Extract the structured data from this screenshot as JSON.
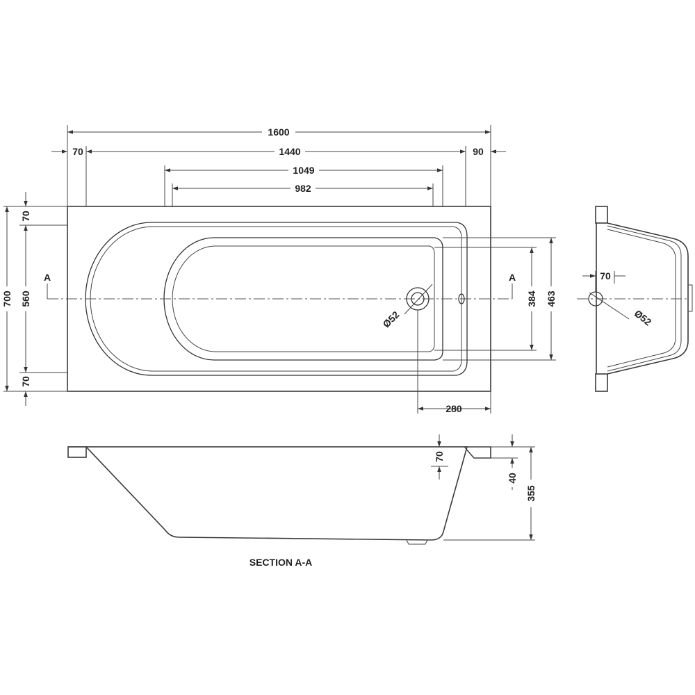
{
  "plan": {
    "overall_length": "1600",
    "left_rim": "70",
    "inner_length": "1440",
    "right_rim": "90",
    "bath_top_length": "1049",
    "bath_floor_length": "982",
    "overall_width": "700",
    "top_rim": "70",
    "inner_width": "560",
    "bottom_rim": "70",
    "bath_top_width": "463",
    "bath_floor_width": "384",
    "waste_diameter": "Ø52",
    "waste_offset": "280",
    "section_marker_left": "A",
    "section_marker_right": "A"
  },
  "end_view": {
    "waste_offset": "70",
    "waste_diameter": "Ø52"
  },
  "section": {
    "rim_height": "70",
    "lip_depth": "40",
    "overall_height": "355",
    "caption": "SECTION A-A"
  }
}
